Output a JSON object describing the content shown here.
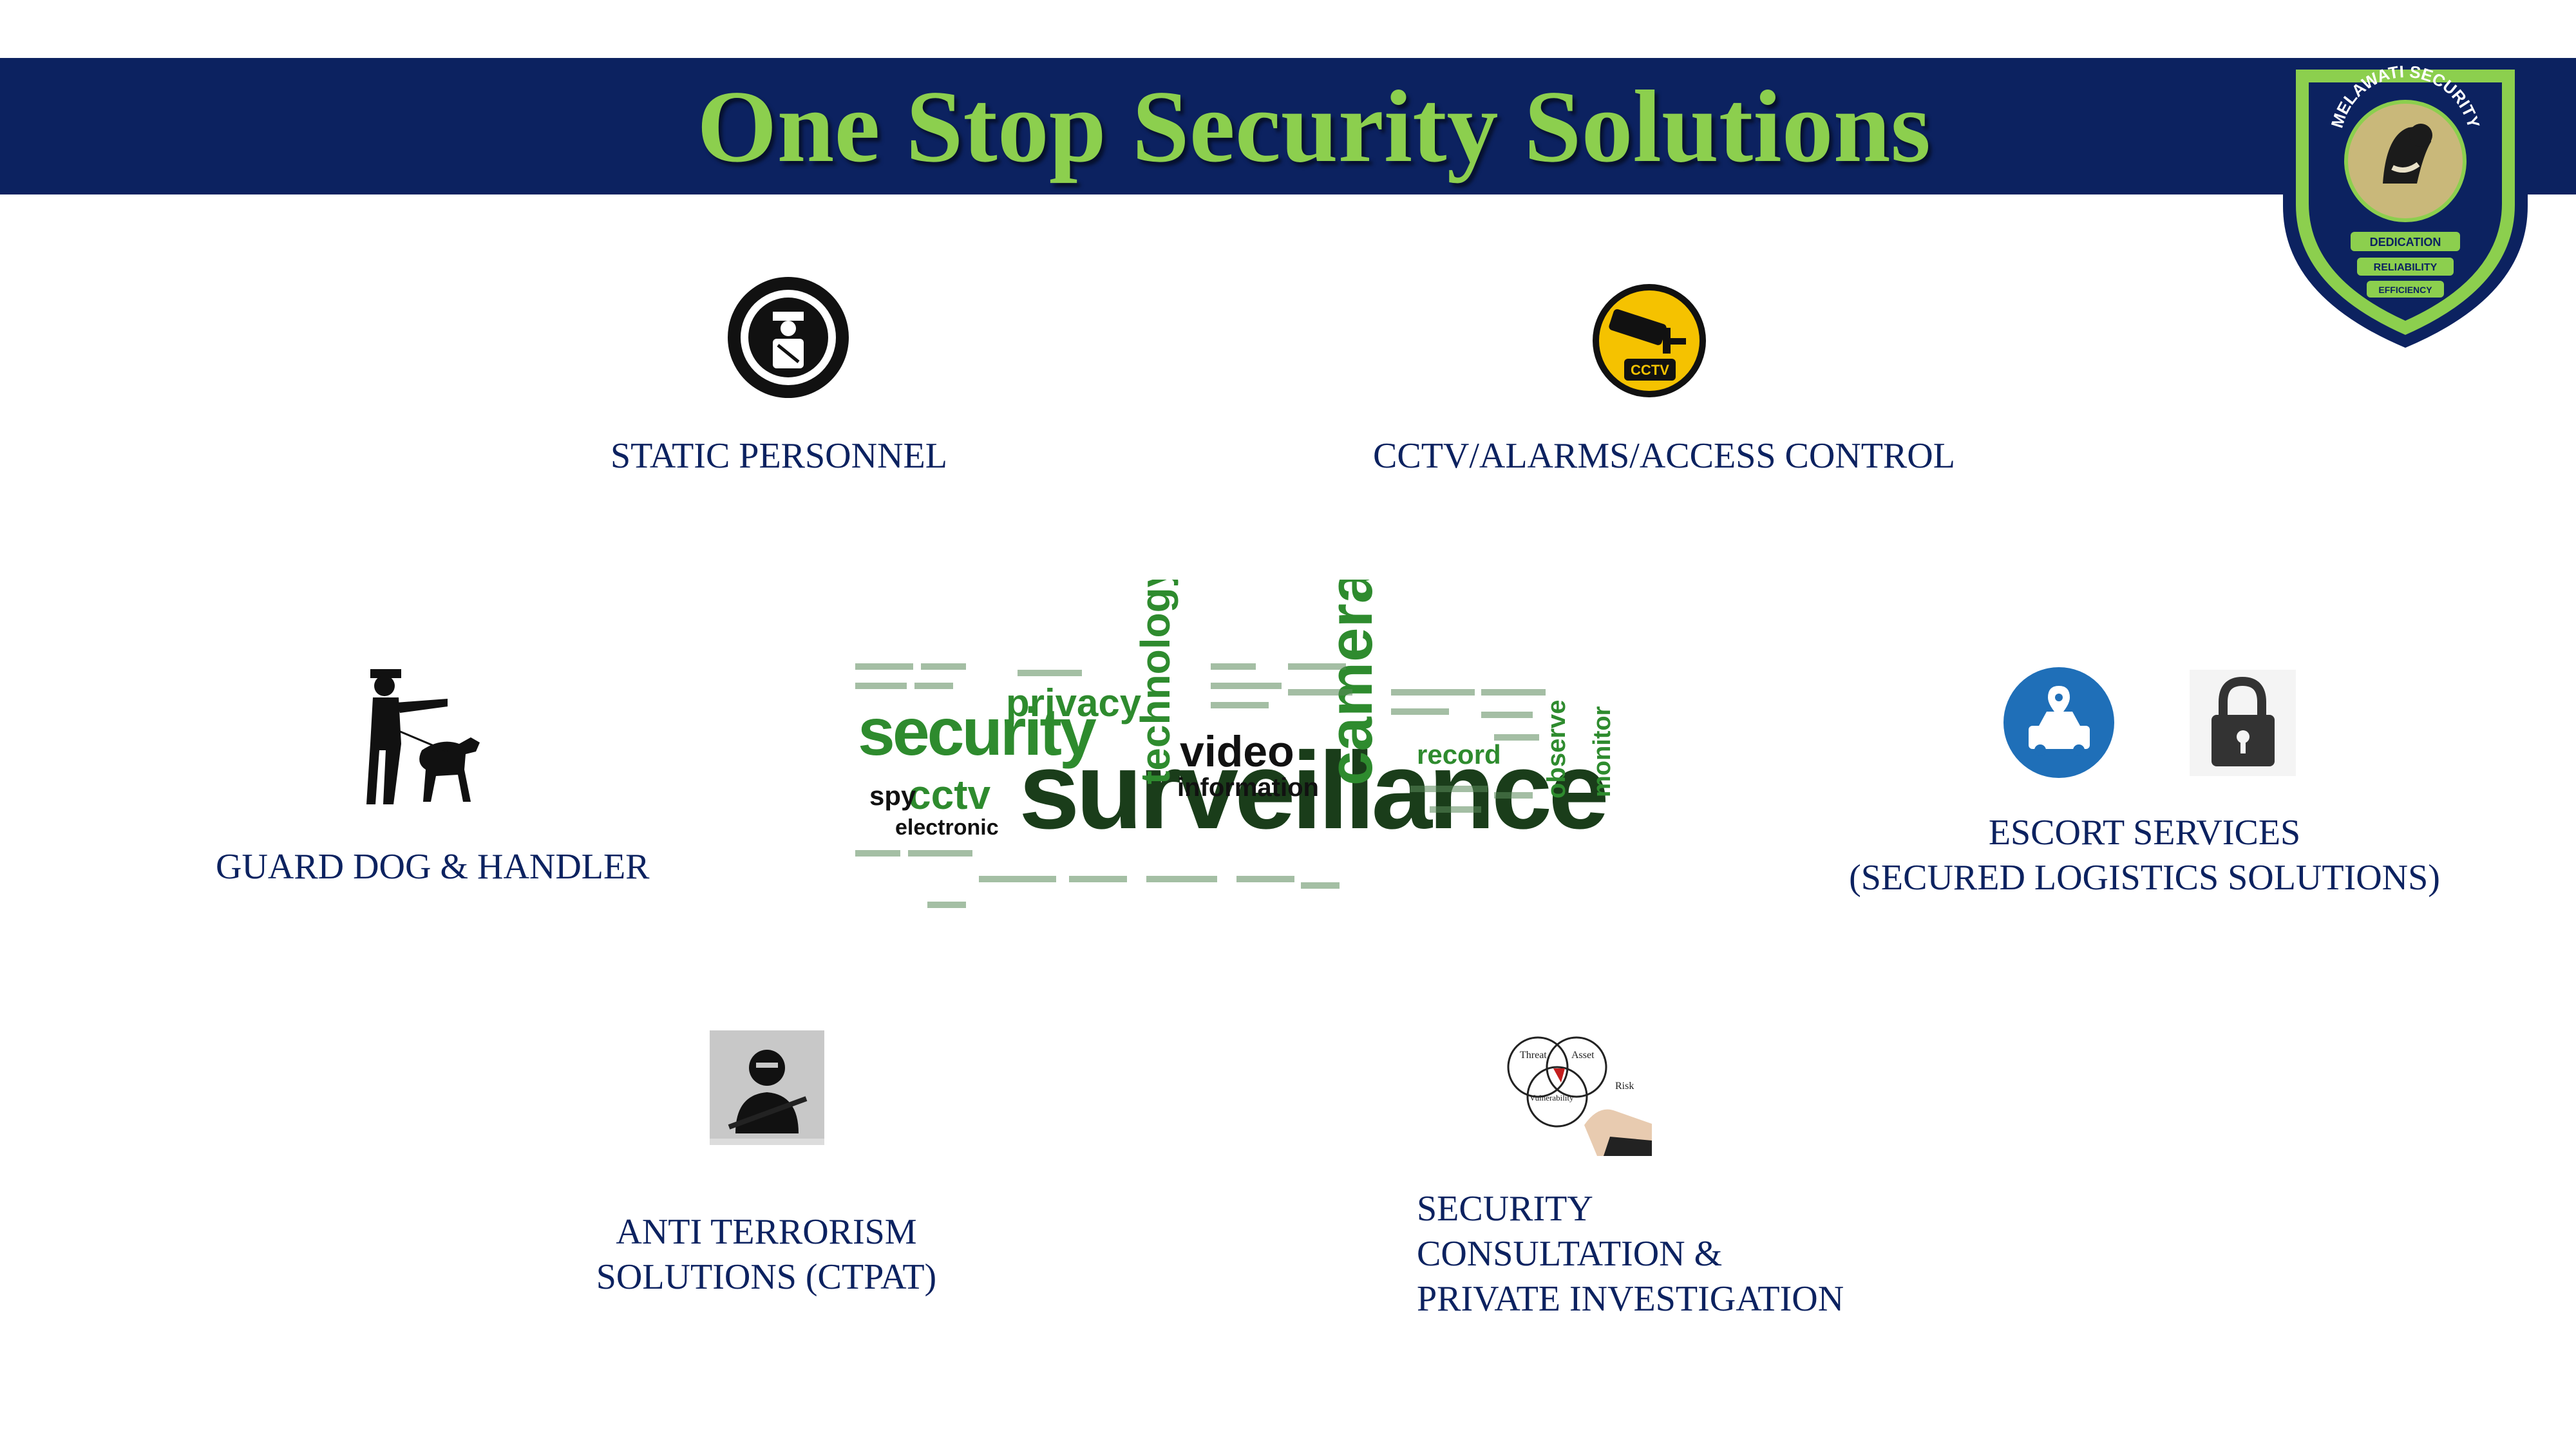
{
  "title": "One Stop Security Solutions",
  "logo": {
    "ring_text": "MELAWATI SECURITY",
    "ribbons": [
      "DEDICATION",
      "RELIABILITY",
      "EFFICIENCY"
    ]
  },
  "services": {
    "static_personnel": {
      "label": "STATIC PERSONNEL",
      "icon": "guard-icon"
    },
    "cctv": {
      "label": "CCTV/ALARMS/ACCESS CONTROL",
      "icon": "cctv-camera-icon",
      "badge": "CCTV"
    },
    "guard_dog": {
      "label": "GUARD DOG & HANDLER",
      "icon": "dog-handler-icon"
    },
    "escort": {
      "line1": "ESCORT  SERVICES",
      "line2": "(SECURED LOGISTICS SOLUTIONS)",
      "icons": [
        "logistics-truck-icon",
        "padlock-icon"
      ]
    },
    "anti_terrorism": {
      "line1": "ANTI TERRORISM",
      "line2": "SOLUTIONS (CTPAT)",
      "icon": "masked-gunman-icon"
    },
    "consultation": {
      "line1": "SECURITY",
      "line2": "CONSULTATION &",
      "line3": "PRIVATE INVESTIGATION",
      "icon": "risk-venn-diagram-icon",
      "venn_labels": [
        "Threat",
        "Asset",
        "Vulnerability",
        "Risk"
      ]
    }
  },
  "word_cloud": {
    "main": "surveillance",
    "words": [
      "security",
      "privacy",
      "technology",
      "camera",
      "video",
      "information",
      "cctv",
      "spy",
      "electronic",
      "record",
      "observe",
      "monitor"
    ]
  },
  "colors": {
    "banner": "#0c2260",
    "title": "#8ccf4e",
    "label": "#0c2260",
    "cloud_green": "#2e8b2e",
    "cloud_dark": "#1a3d1a"
  }
}
